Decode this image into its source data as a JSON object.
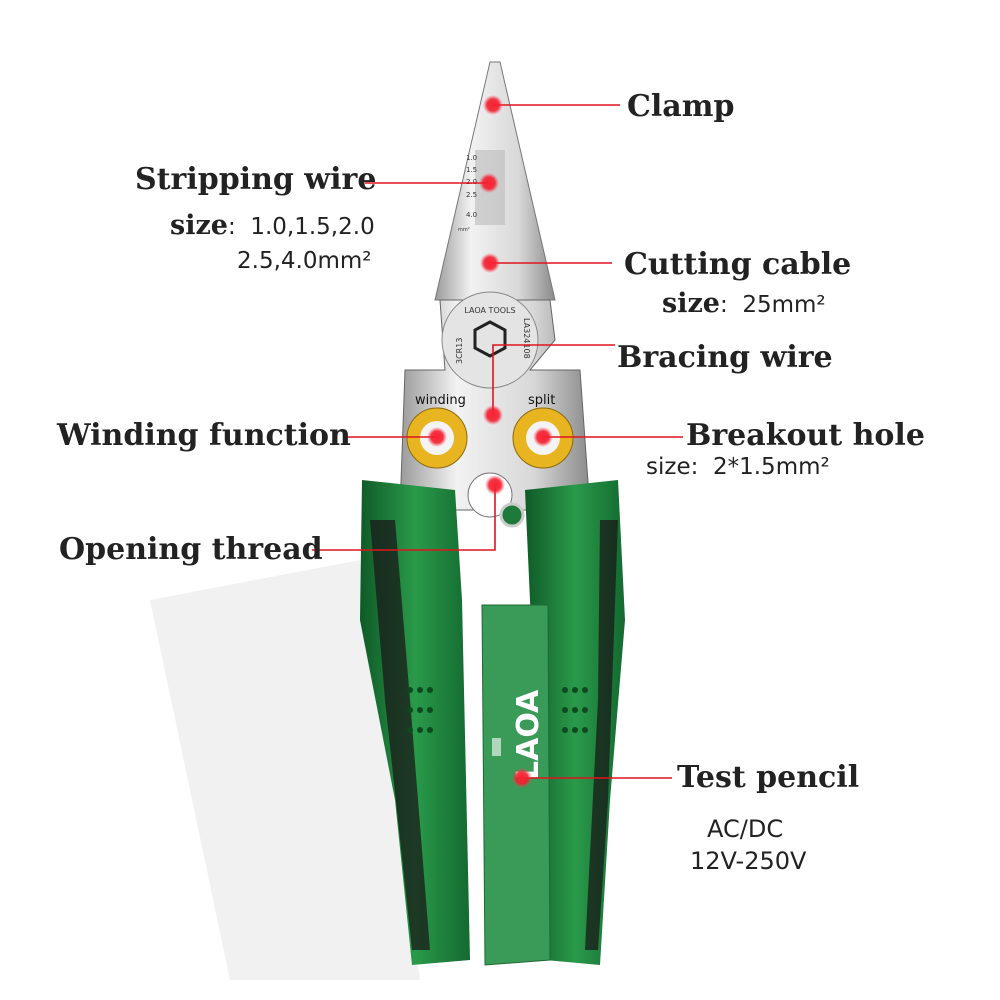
{
  "labels": {
    "clamp": "Clamp",
    "stripping_wire": "Stripping wire",
    "stripping_size_prefix": "size",
    "stripping_size_line1": "1.0,1.5,2.0",
    "stripping_size_line2": "2.5,4.0mm²",
    "cutting_cable": "Cutting cable",
    "cutting_size_prefix": "size",
    "cutting_size": "25mm²",
    "bracing_wire": "Bracing wire",
    "winding_function": "Winding function",
    "breakout_hole": "Breakout hole",
    "breakout_size_prefix": "size",
    "breakout_size": "2*1.5mm²",
    "opening_thread": "Opening thread",
    "test_pencil": "Test pencil",
    "test_pencil_type": "AC/DC",
    "test_pencil_range": "12V-250V"
  },
  "tool_markings": {
    "brand_ring": "LAOA TOOLS",
    "model": "LA324108",
    "steel": "3CR13",
    "winding": "winding",
    "split": "split",
    "brand": "LAOA",
    "scale": [
      "1.0",
      "1.5",
      "2.0",
      "2.5",
      "4.0"
    ],
    "scale_unit": "mm²"
  },
  "colors": {
    "callout": "#e0141e",
    "handle_green": "#1e7a3a",
    "pencil_green": "#3a9a58",
    "ring_yellow": "#e8b520"
  }
}
